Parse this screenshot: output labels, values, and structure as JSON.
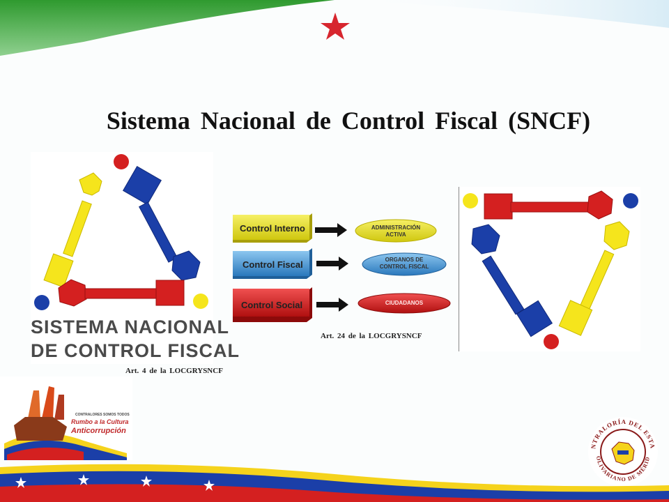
{
  "slide": {
    "title": "Sistema   Nacional   de  Control  Fiscal  (SNCF)",
    "colors": {
      "yellow": "#f5e51c",
      "blue": "#1b3fa8",
      "red": "#d42020",
      "green": "#5cb85c",
      "star": "#d7262e"
    }
  },
  "logo": {
    "line1": "SISTEMA NACIONAL",
    "line2": "DE CONTROL FISCAL"
  },
  "captions": {
    "left": "Art.  4  de la  LOCGRYSNCF",
    "middle": "Art.  24  de la  LOCGRYSNCF"
  },
  "diagram": {
    "rows": [
      {
        "box": "Control Interno",
        "oval": "ADMINISTRACIÓN\nACTIVA",
        "box_color": "#e9e21d",
        "oval_color": "#e9e21d"
      },
      {
        "box": "Control Fiscal",
        "oval": "ORGANOS DE\nCONTROL FISCAL",
        "box_color": "#4a9ad8",
        "oval_color": "#4a9ad8"
      },
      {
        "box": "Control Social",
        "oval": "CIUDADANOS",
        "box_color": "#e02020",
        "oval_color": "#e02020"
      }
    ]
  },
  "campaign_logo": {
    "line1": "CONTRALORES SOMOS TODOS",
    "line2": "Rumbo a la Cultura",
    "line3": "Anticorrupción"
  },
  "seal": {
    "text_top": "CONTRALORÍA DEL ESTADO",
    "text_bottom": "BOLIVARIANO DE MÉRIDA"
  }
}
